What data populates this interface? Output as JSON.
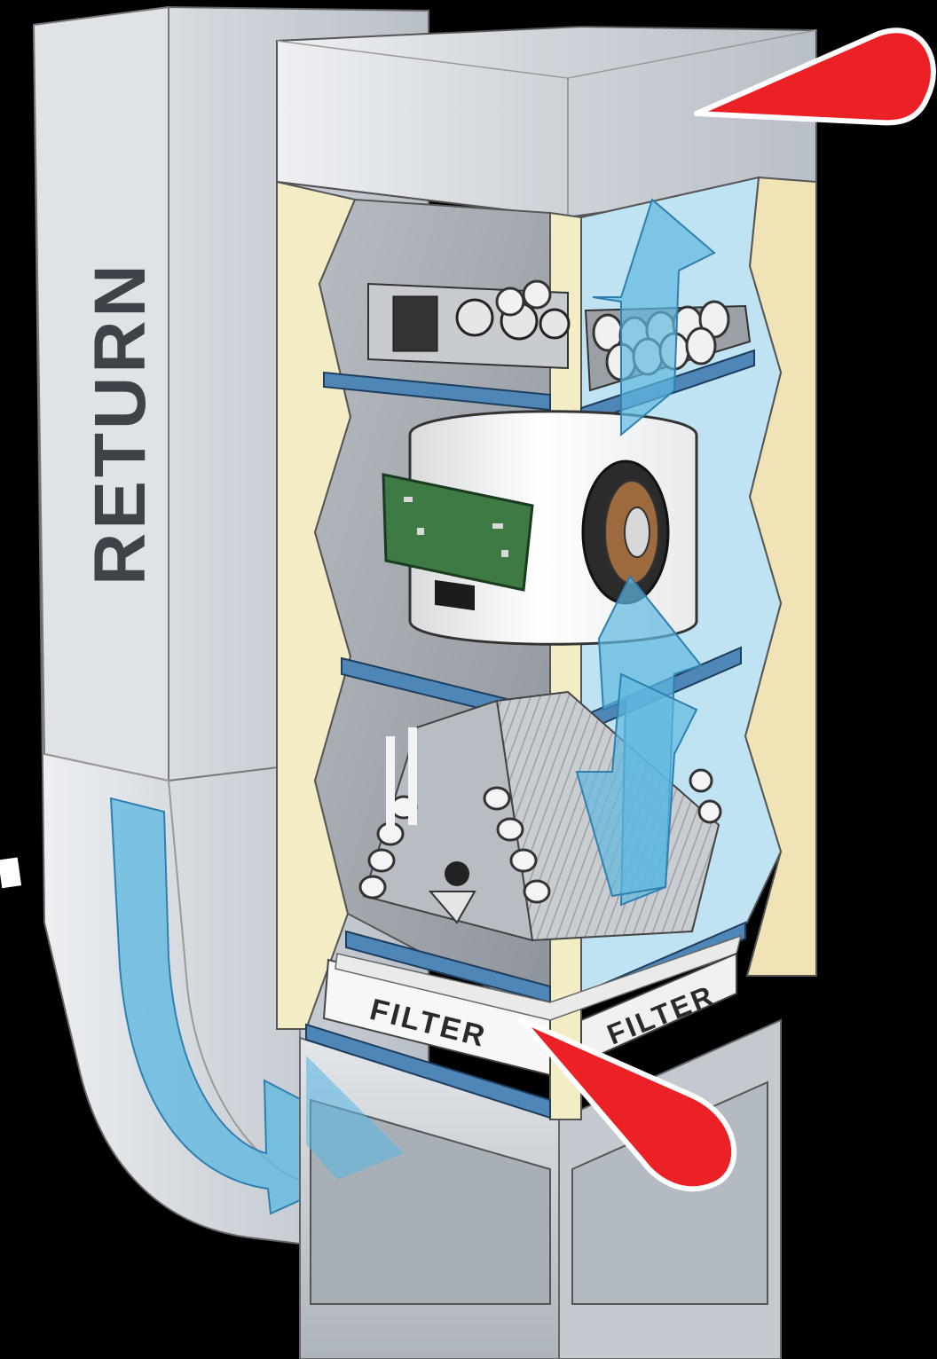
{
  "labels": {
    "return_duct": "RETURN",
    "filter_front": "FILTER",
    "filter_side": "FILTER"
  },
  "colors": {
    "background": "#000000",
    "duct_metal": "#d3d7dc",
    "cabinet_panel": "#f4ecc4",
    "airflow_blue": "#5fb8e0",
    "support_rail": "#4f86b8",
    "callout_red": "#ec2125",
    "circuit_board": "#3e7a44"
  },
  "icons": {
    "airflow": "arrow-icon",
    "callout": "callout-pointer-icon"
  }
}
